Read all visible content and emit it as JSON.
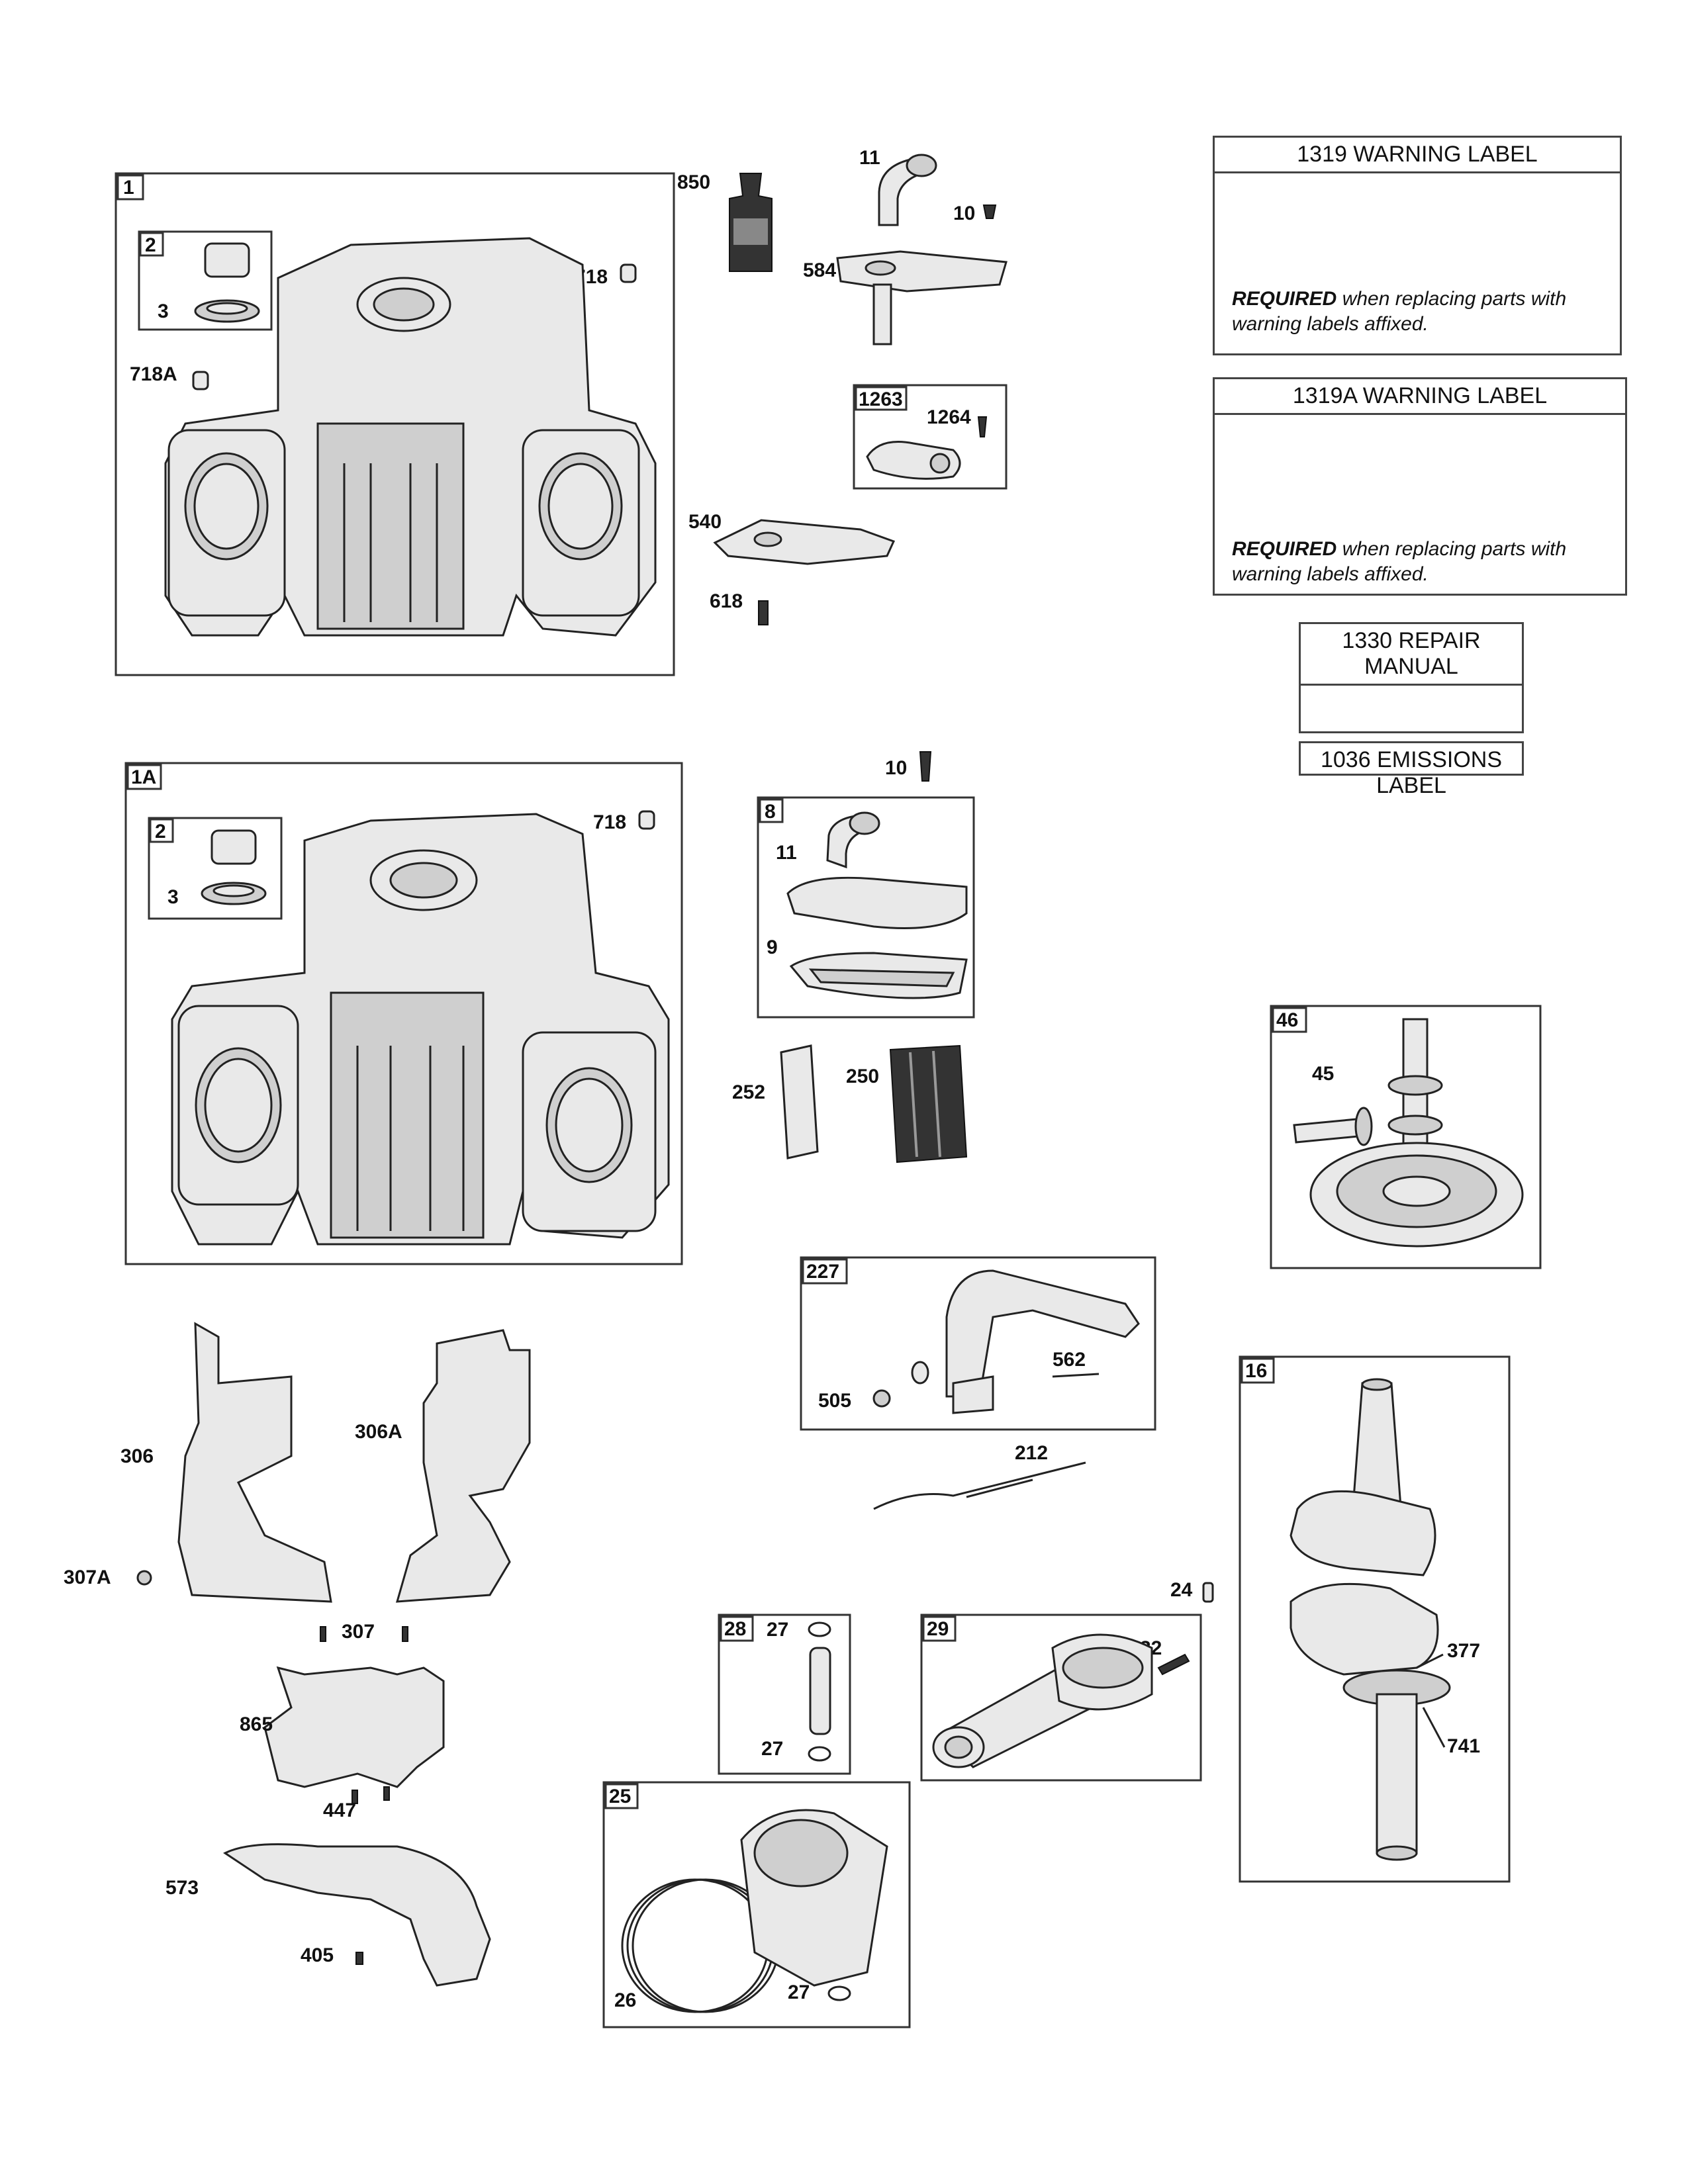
{
  "callouts": {
    "c1": "1",
    "c2": "2",
    "c3": "3",
    "c718": "718",
    "c718A": "718A",
    "c1A": "1A",
    "c2b": "2",
    "c3b": "3",
    "c718b": "718",
    "c850": "850",
    "c11": "11",
    "c10": "10",
    "c584": "584",
    "c1263": "1263",
    "c1264": "1264",
    "c540": "540",
    "c618": "618",
    "c10b": "10",
    "c8": "8",
    "c11b": "11",
    "c9": "9",
    "c252": "252",
    "c250": "250",
    "c46": "46",
    "c45": "45",
    "c227": "227",
    "c562": "562",
    "c505": "505",
    "c212": "212",
    "c306": "306",
    "c306A": "306A",
    "c307A": "307A",
    "c307": "307",
    "c865": "865",
    "c447": "447",
    "c573": "573",
    "c405": "405",
    "c28": "28",
    "c27a": "27",
    "c27b": "27",
    "c24": "24",
    "c29": "29",
    "c32": "32",
    "c25": "25",
    "c26": "26",
    "c27c": "27",
    "c16": "16",
    "c377": "377",
    "c741": "741"
  },
  "labels": {
    "warning_1319": {
      "title": "1319 WARNING LABEL",
      "required": "REQUIRED",
      "text": " when replacing parts with warning labels affixed."
    },
    "warning_1319A": {
      "title": "1319A WARNING LABEL",
      "required": "REQUIRED",
      "text": " when replacing parts with warning labels affixed."
    },
    "repair_manual": {
      "title": "1330 REPAIR MANUAL"
    },
    "emissions": {
      "title": "1036 EMISSIONS LABEL"
    }
  }
}
